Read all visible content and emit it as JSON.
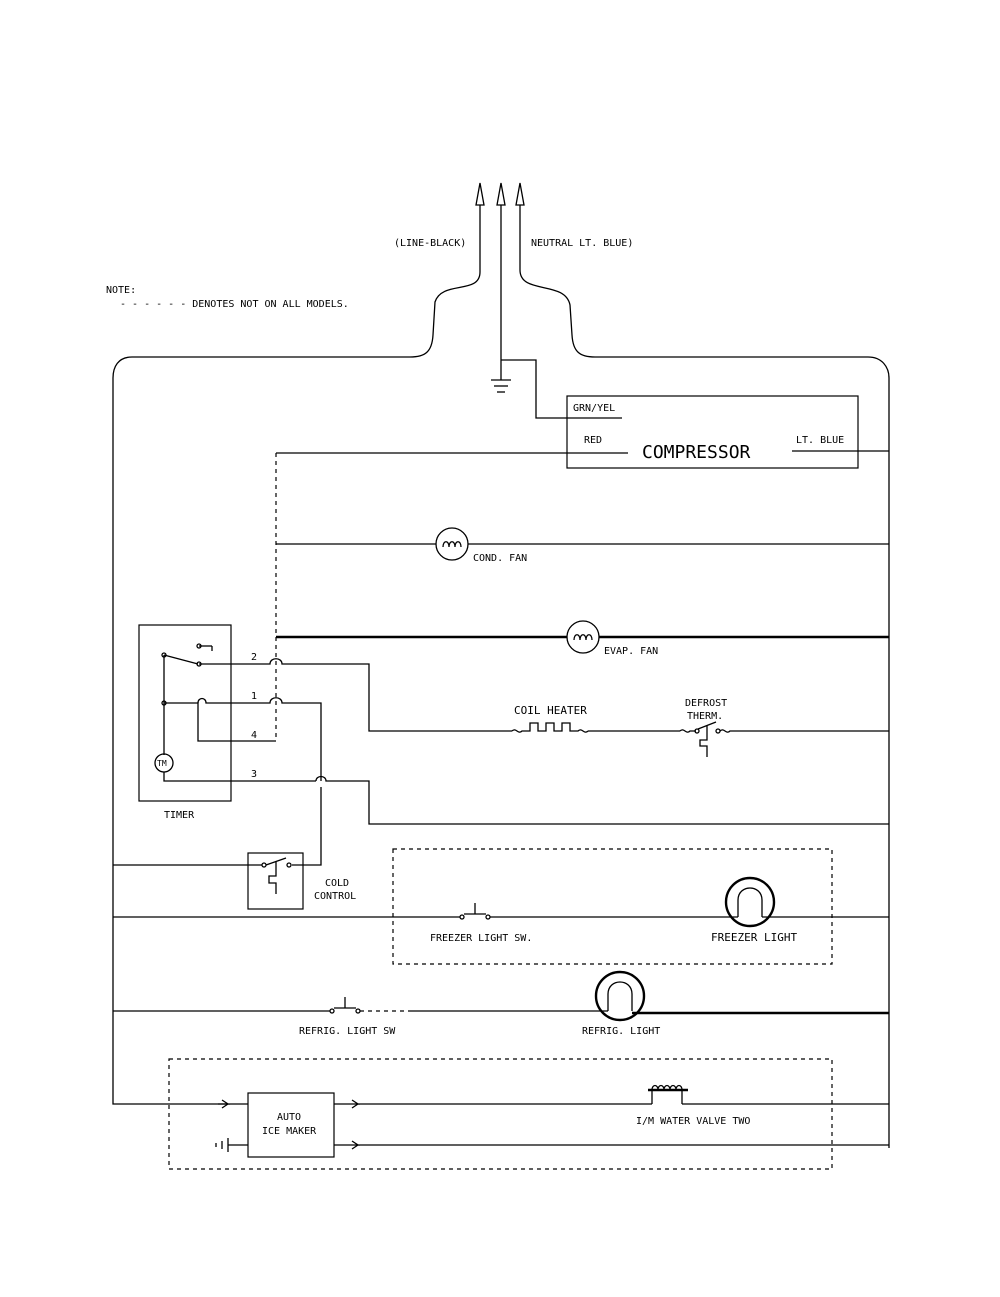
{
  "supply": {
    "line_label": "(LINE-BLACK)",
    "neutral_label": "NEUTRAL LT. BLUE)"
  },
  "note": {
    "title": "NOTE:",
    "text": "- - - - - - DENOTES NOT ON ALL MODELS."
  },
  "compressor": {
    "name": "COMPRESSOR",
    "ground_terminal": "GRN/YEL",
    "left_terminal": "RED",
    "right_terminal": "LT. BLUE"
  },
  "components": {
    "cond_fan": "COND. FAN",
    "evap_fan": "EVAP. FAN",
    "coil_heater": "COIL HEATER",
    "defrost_therm_line1": "DEFROST",
    "defrost_therm_line2": "THERM.",
    "timer": "TIMER",
    "timer_motor": "TM",
    "cold_control_line1": "COLD",
    "cold_control_line2": "CONTROL",
    "freezer_light_switch": "FREEZER LIGHT SW.",
    "freezer_light": "FREEZER LIGHT",
    "refrig_light_switch": "REFRIG. LIGHT SW",
    "refrig_light": "REFRIG. LIGHT",
    "ice_maker_line1": "AUTO",
    "ice_maker_line2": "ICE MAKER",
    "water_valve": "I/M WATER VALVE TWO"
  },
  "timer_terminals": {
    "t2": "2",
    "t1": "1",
    "t4": "4",
    "t3": "3"
  }
}
